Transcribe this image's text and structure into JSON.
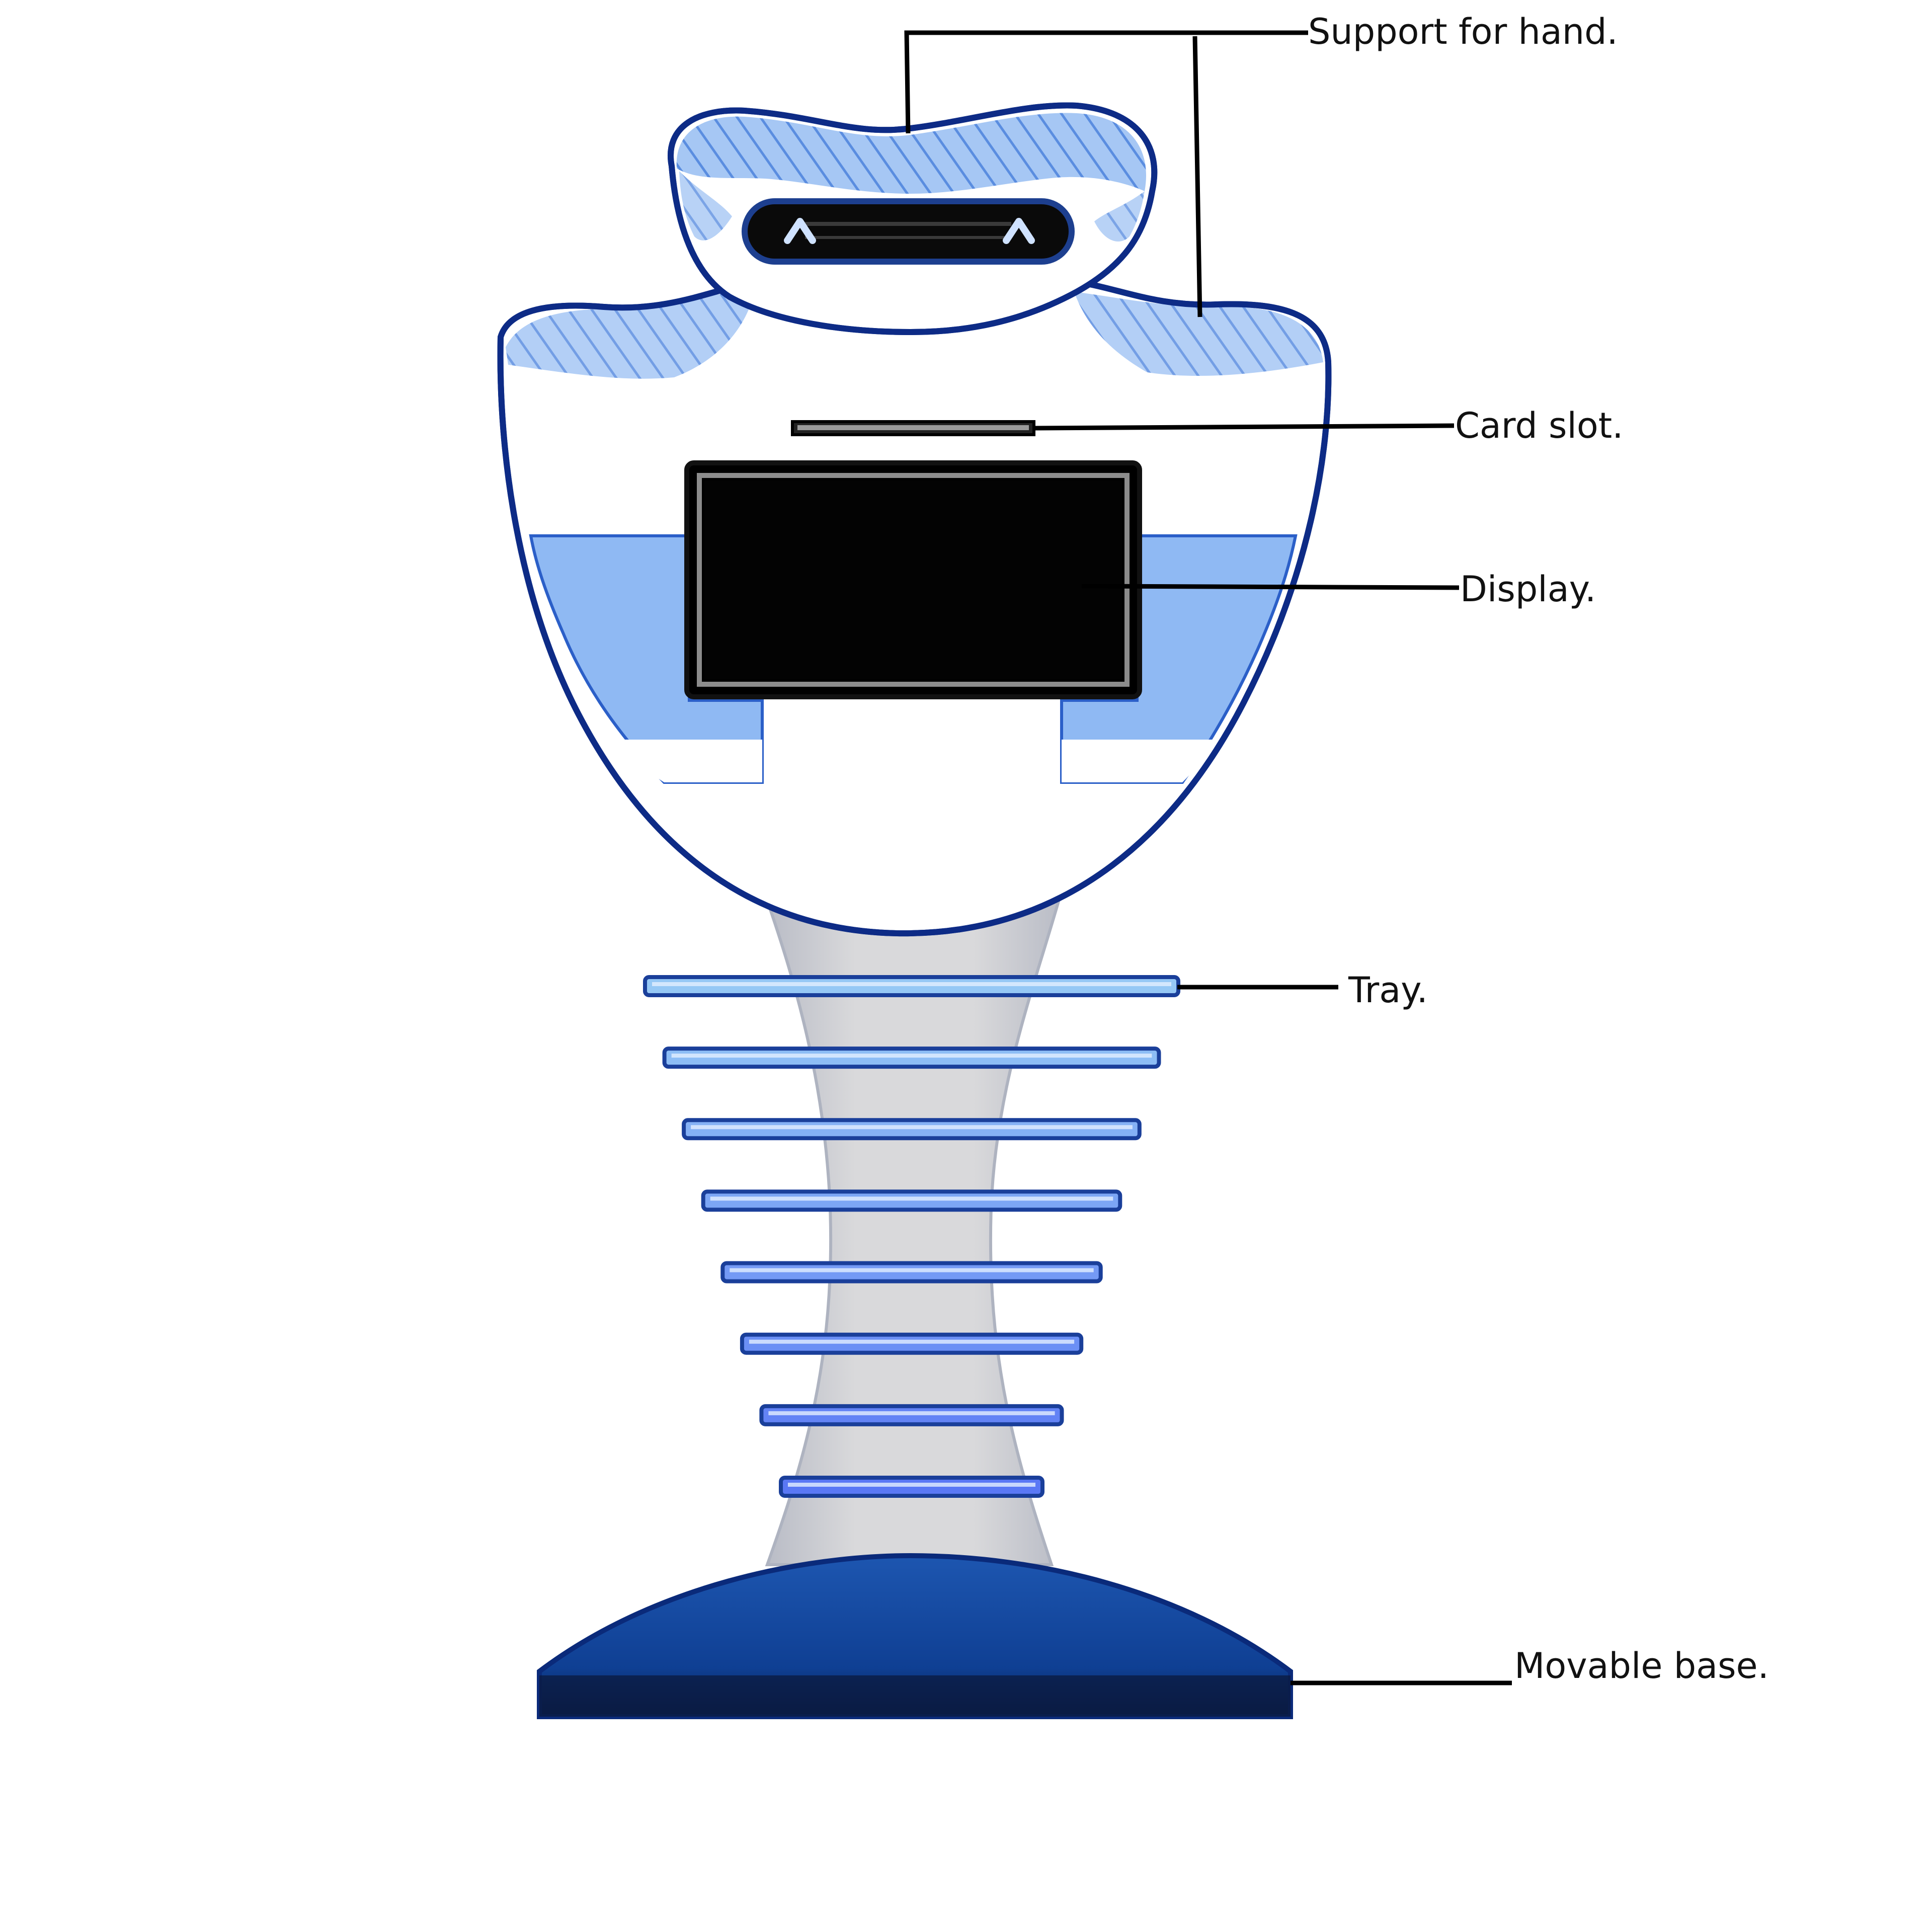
{
  "labels": {
    "support": "Support for hand.",
    "card_slot": "Card slot.",
    "display": "Display.",
    "tray": "Tray.",
    "base": "Movable base."
  },
  "tray_count": 8,
  "colors": {
    "outline": "#0d2b86",
    "light_blue": "#9ec4f4",
    "mid_blue": "#6d9fe6",
    "stem_gray": "#d6d6d8",
    "screen": "#000000",
    "base_top": "#174aa0",
    "base_dark": "#0a1a40",
    "leader": "#000000"
  }
}
